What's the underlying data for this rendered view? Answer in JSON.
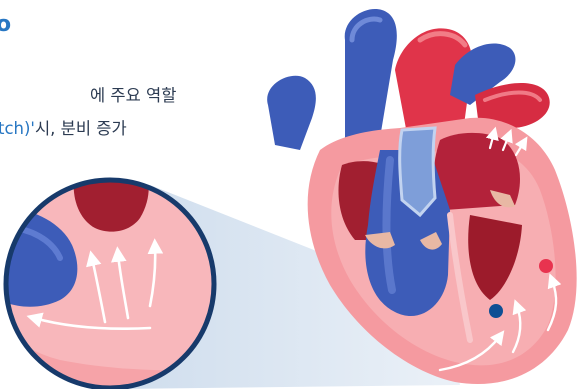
{
  "text": {
    "mark": "o",
    "line1": "에 주요 역할",
    "line2_highlight": "tch)'",
    "line2_rest": "시, 분비 증가"
  },
  "colors": {
    "accent_blue": "#2877c3",
    "text_dark": "#2c3b52",
    "vein_blue": "#3d5cb8",
    "artery_red": "#e0344a",
    "muscle_pink": "#f59aa0",
    "chamber_dark_red": "#9c1b2b",
    "magnifier_ring": "#173a6b",
    "zoom_beam": "#c6d7ea",
    "marker_red": "#e8334f",
    "marker_blue": "#0e4f94"
  },
  "icons": [
    "magnifier-lens",
    "stretch-arrows",
    "red-marker-dot",
    "blue-marker-dot"
  ]
}
